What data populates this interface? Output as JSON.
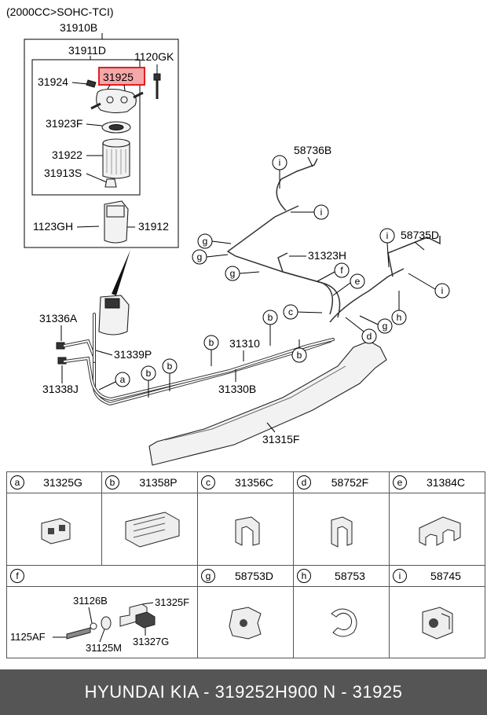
{
  "title": "(2000CC>SOHC-TCI)",
  "callouts": {
    "c31910B": "31910B",
    "c31911D": "31911D",
    "c1120GK": "1120GK",
    "c31924": "31924",
    "c31925": "31925",
    "c31923F": "31923F",
    "c31922": "31922",
    "c31913S": "31913S",
    "c1123GH": "1123GH",
    "c31912": "31912",
    "c58736B": "58736B",
    "c31323H": "31323H",
    "c58735D": "58735D",
    "c31336A": "31336A",
    "c31339P": "31339P",
    "c31338J": "31338J",
    "c31310": "31310",
    "c31330B": "31330B",
    "c31315F": "31315F"
  },
  "markers": {
    "a": "a",
    "b": "b",
    "c": "c",
    "d": "d",
    "e": "e",
    "f": "f",
    "g": "g",
    "h": "h",
    "i": "i"
  },
  "legend": [
    {
      "letter": "a",
      "part": "31325G"
    },
    {
      "letter": "b",
      "part": "31358P"
    },
    {
      "letter": "c",
      "part": "31356C"
    },
    {
      "letter": "d",
      "part": "58752F"
    },
    {
      "letter": "e",
      "part": "31384C"
    },
    {
      "letter": "f",
      "part": ""
    },
    {
      "letter": "g",
      "part": "58753D"
    },
    {
      "letter": "h",
      "part": "58753"
    },
    {
      "letter": "i",
      "part": "58745"
    }
  ],
  "legend_f": {
    "p31126B": "31126B",
    "p31325F": "31325F",
    "p1125AF": "1125AF",
    "p31125M": "31125M",
    "p31327G": "31327G"
  },
  "footer": "HYUNDAI  KIA - 319252H900     N - 31925",
  "colors": {
    "highlight": "#e02020",
    "highlight_fill": "#f5a8a8",
    "footer_bg": "#555555"
  }
}
